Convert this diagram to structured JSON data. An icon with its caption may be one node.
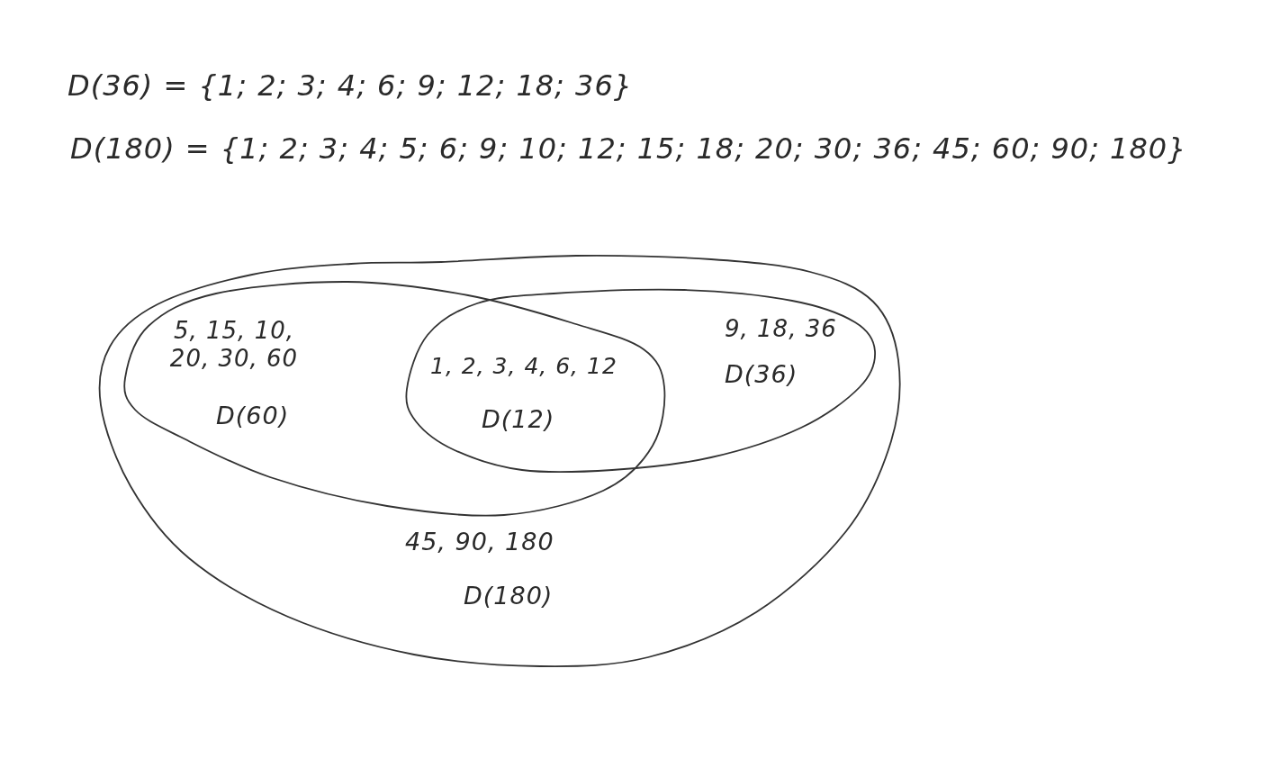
{
  "diagram": {
    "nodes": [
      {
        "text": [
          "45, 90, 180",
          "D(180)"
        ]
      },
      {
        "text": [
          "5, 15, 10, 20, 30, 60",
          "D(60)"
        ],
        "in": 0
      },
      {
        "text": [
          "9, 18, 36",
          "D(36)"
        ],
        "in": 0
      }
    ],
    "labels": [
      "D(36) = {1; 2; 3; 4; 6; 9; 12; 18; 36}",
      "D(180) = {1; 2; 3; 4; 5; 6; 9; 10; 12; 15; 18; 20; 30; 36; 45; 60; 90; 180}",
      "1, 2, 3, 4, 6, 12",
      "D(12)"
    ]
  }
}
